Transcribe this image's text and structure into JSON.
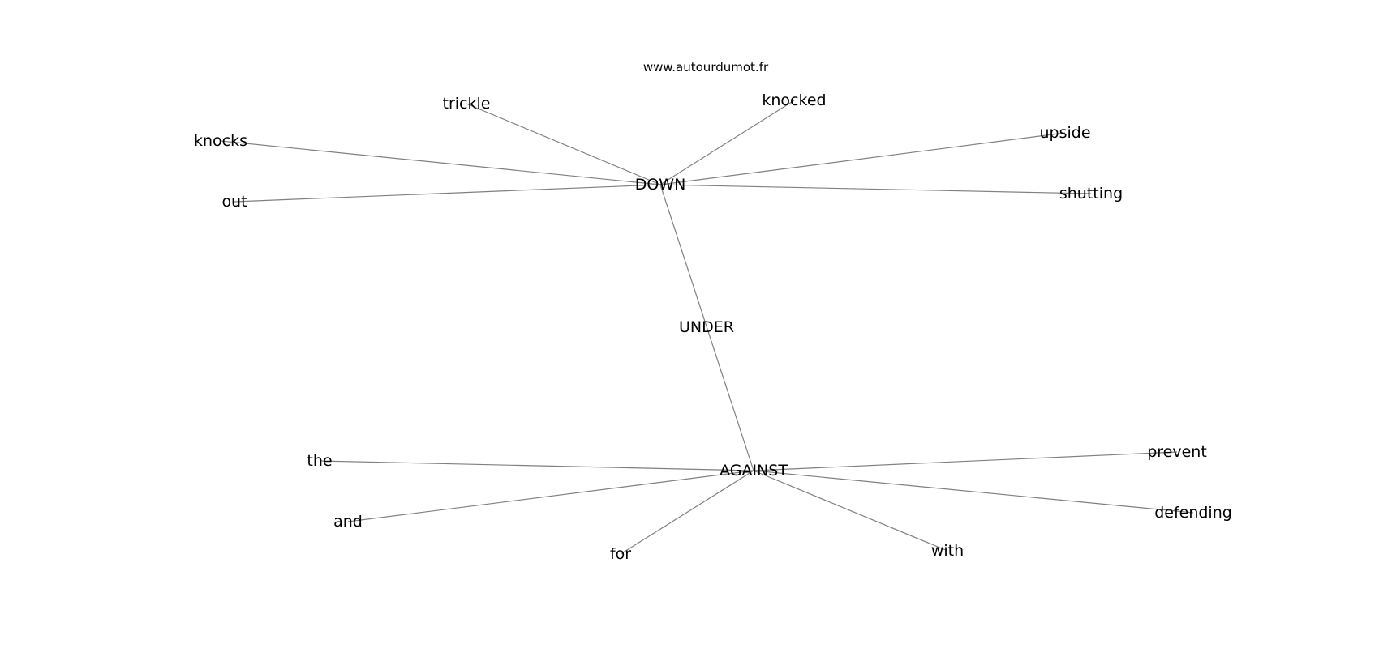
{
  "site": {
    "watermark": "www.autourdumot.fr"
  },
  "graph": {
    "nodes": [
      {
        "id": "down",
        "label": "DOWN"
      },
      {
        "id": "under",
        "label": "UNDER"
      },
      {
        "id": "against",
        "label": "AGAINST"
      },
      {
        "id": "trickle",
        "label": "trickle"
      },
      {
        "id": "knocked",
        "label": "knocked"
      },
      {
        "id": "knocks",
        "label": "knocks"
      },
      {
        "id": "upside",
        "label": "upside"
      },
      {
        "id": "out",
        "label": "out"
      },
      {
        "id": "shutting",
        "label": "shutting"
      },
      {
        "id": "the",
        "label": "the"
      },
      {
        "id": "prevent",
        "label": "prevent"
      },
      {
        "id": "and",
        "label": "and"
      },
      {
        "id": "defending",
        "label": "defending"
      },
      {
        "id": "for",
        "label": "for"
      },
      {
        "id": "with",
        "label": "with"
      }
    ],
    "edges": [
      [
        "down",
        "trickle"
      ],
      [
        "down",
        "knocked"
      ],
      [
        "down",
        "knocks"
      ],
      [
        "down",
        "upside"
      ],
      [
        "down",
        "out"
      ],
      [
        "down",
        "shutting"
      ],
      [
        "down",
        "against"
      ],
      [
        "against",
        "the"
      ],
      [
        "against",
        "prevent"
      ],
      [
        "against",
        "and"
      ],
      [
        "against",
        "defending"
      ],
      [
        "against",
        "for"
      ],
      [
        "against",
        "with"
      ]
    ]
  }
}
